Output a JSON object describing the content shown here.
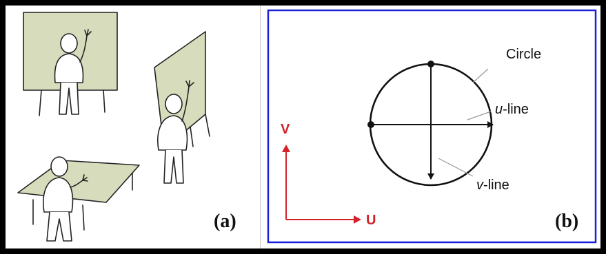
{
  "panel_a": {
    "label": "(a)"
  },
  "panel_b": {
    "label": "(b)",
    "circle_label": "Circle",
    "u_line_prefix": "u",
    "u_line_suffix": "-line",
    "v_line_prefix": "v",
    "v_line_suffix": "-line",
    "axis_u": "U",
    "axis_v": "V"
  },
  "colors": {
    "board": "#d6dcbc",
    "panel_b_border": "#1a22d8",
    "axis_red": "#d3222a"
  }
}
